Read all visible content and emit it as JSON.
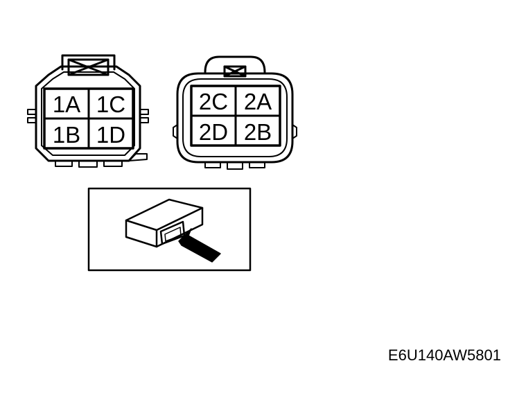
{
  "connector1": {
    "pins": {
      "top_left": "1A",
      "top_right": "1C",
      "bottom_left": "1B",
      "bottom_right": "1D"
    }
  },
  "connector2": {
    "pins": {
      "top_left": "2C",
      "top_right": "2A",
      "bottom_left": "2D",
      "bottom_right": "2B"
    }
  },
  "image_code": "E6U140AW5801",
  "colors": {
    "line": "#000000",
    "background": "#ffffff"
  }
}
